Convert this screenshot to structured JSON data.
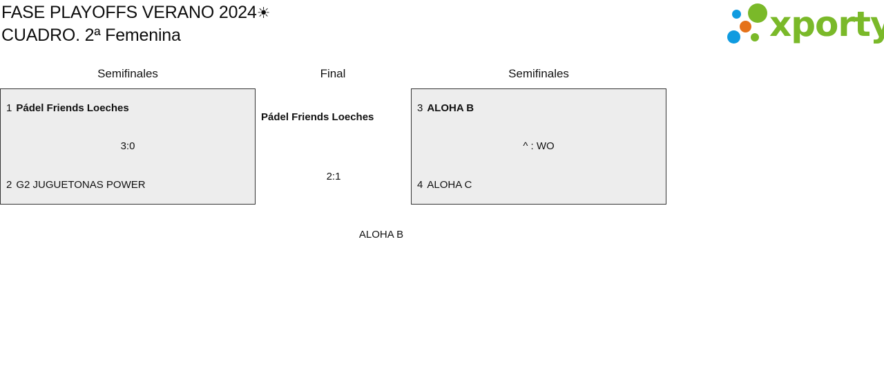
{
  "header": {
    "title": "FASE PLAYOFFS VERANO 2024",
    "title_icon": "☀",
    "subtitle": "CUADRO. 2ª Femenina"
  },
  "logo": {
    "text": "xporty",
    "colors": {
      "green": "#7ab929",
      "blue": "#0f9be0",
      "orange": "#e5721a"
    }
  },
  "bracket": {
    "semifinals_left": {
      "heading": "Semifinales",
      "match": {
        "team_top": {
          "seed": "1",
          "name": "Pádel Friends Loeches",
          "winner": true
        },
        "score": "3:0",
        "team_bottom": {
          "seed": "2",
          "name": "G2 JUGUETONAS POWER",
          "winner": false
        }
      }
    },
    "final": {
      "heading": "Final",
      "team_top": "Pádel Friends Loeches",
      "score": "2:1",
      "team_bottom": "ALOHA B"
    },
    "semifinals_right": {
      "heading": "Semifinales",
      "match": {
        "team_top": {
          "seed": "3",
          "name": "ALOHA B",
          "winner": true
        },
        "score": "^ : WO",
        "team_bottom": {
          "seed": "4",
          "name": "ALOHA C",
          "winner": false
        }
      }
    }
  }
}
